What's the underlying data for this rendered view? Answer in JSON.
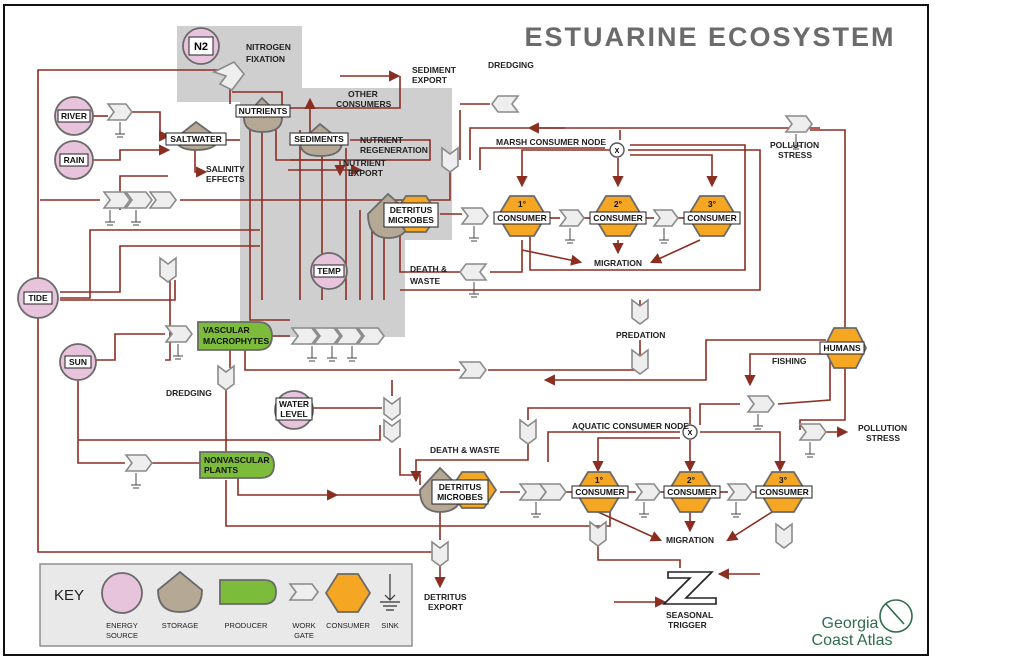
{
  "title": "ESTUARINE ECOSYSTEM",
  "brand": {
    "line1": "Georgia",
    "line2": "Coast Atlas"
  },
  "sources": {
    "n2": "N2",
    "river": "RIVER",
    "rain": "RAIN",
    "tide": "TIDE",
    "sun": "SUN",
    "temp": "TEMP",
    "water_level_1": "WATER",
    "water_level_2": "LEVEL"
  },
  "storages": {
    "nutrients": "NUTRIENTS",
    "saltwater": "SALTWATER",
    "sediments": "SEDIMENTS",
    "detritus_top_1": "DETRITUS",
    "detritus_top_2": "MICROBES",
    "detritus_bottom_1": "DETRITUS",
    "detritus_bottom_2": "MICROBES"
  },
  "producers": {
    "vascular_1": "VASCULAR",
    "vascular_2": "MACROPHYTES",
    "nonvascular_1": "NONVASCULAR",
    "nonvascular_2": "PLANTS"
  },
  "consumers": {
    "label": "CONSUMER",
    "primary": "1°",
    "secondary": "2°",
    "tertiary": "3°",
    "humans": "HUMANS"
  },
  "labels": {
    "nitrogen_fixation_1": "NITROGEN",
    "nitrogen_fixation_2": "FIXATION",
    "sediment_export_1": "SEDIMENT",
    "sediment_export_2": "EXPORT",
    "dredging_top": "DREDGING",
    "other_consumers_1": "OTHER",
    "other_consumers_2": "CONSUMERS",
    "nutrient_regen_1": "NUTRIENT",
    "nutrient_regen_2": "REGENERATION",
    "nutrient_export_1": "NUTRIENT",
    "nutrient_export_2": "EXPORT",
    "salinity_effects_1": "SALINITY",
    "salinity_effects_2": "EFFECTS",
    "marsh_consumer_node": "MARSH CONSUMER NODE",
    "pollution_stress_top_1": "POLLUTION",
    "pollution_stress_top_2": "STRESS",
    "migration_top": "MIGRATION",
    "death_waste_top_1": "DEATH &",
    "death_waste_top_2": "WASTE",
    "predation": "PREDATION",
    "fishing": "FISHING",
    "dredging_mid": "DREDGING",
    "aquatic_consumer_node": "AQUATIC CONSUMER NODE",
    "pollution_stress_bottom_1": "POLLUTION",
    "pollution_stress_bottom_2": "STRESS",
    "death_waste_bottom": "DEATH & WASTE",
    "migration_bottom": "MIGRATION",
    "detritus_export_1": "DETRITUS",
    "detritus_export_2": "EXPORT",
    "seasonal_trigger_1": "SEASONAL",
    "seasonal_trigger_2": "TRIGGER",
    "node_symbol": "X"
  },
  "key": {
    "title": "KEY",
    "energy_source_1": "ENERGY",
    "energy_source_2": "SOURCE",
    "storage": "STORAGE",
    "producer": "PRODUCER",
    "work_gate_1": "WORK",
    "work_gate_2": "GATE",
    "consumer": "CONSUMER",
    "sink": "SINK"
  }
}
